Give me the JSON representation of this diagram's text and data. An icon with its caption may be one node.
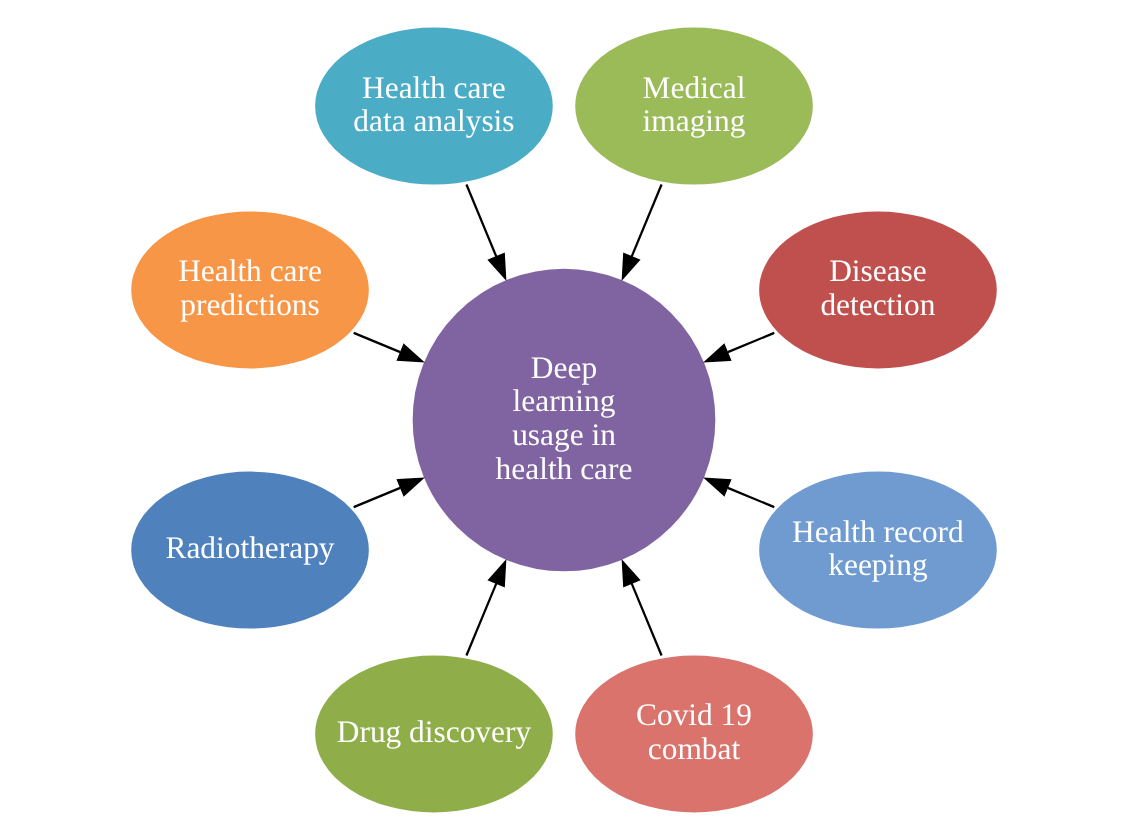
{
  "diagram": {
    "nodes": [
      {
        "text": [
          "Deep learning usage in health care"
        ]
      },
      {
        "text": [
          "Disease detection"
        ]
      },
      {
        "text": [
          "Medical imaging"
        ]
      },
      {
        "text": [
          "Health care data analysis"
        ]
      },
      {
        "text": [
          "Health care predictions"
        ]
      },
      {
        "text": [
          "Radiotherapy"
        ]
      },
      {
        "text": [
          "Drug discovery"
        ]
      },
      {
        "text": [
          "Covid 19 combat"
        ]
      },
      {
        "text": [
          "Health record keeping"
        ]
      }
    ],
    "edges": [
      {
        "from": 1,
        "to": 0,
        "arrow": "to"
      },
      {
        "from": 2,
        "to": 0,
        "arrow": "to"
      },
      {
        "from": 3,
        "to": 0,
        "arrow": "to"
      },
      {
        "from": 4,
        "to": 0,
        "arrow": "to"
      },
      {
        "from": 5,
        "to": 0,
        "arrow": "to"
      },
      {
        "from": 6,
        "to": 0,
        "arrow": "to"
      },
      {
        "from": 7,
        "to": 0,
        "arrow": "to"
      },
      {
        "from": 8,
        "to": 0,
        "arrow": "to"
      }
    ]
  }
}
